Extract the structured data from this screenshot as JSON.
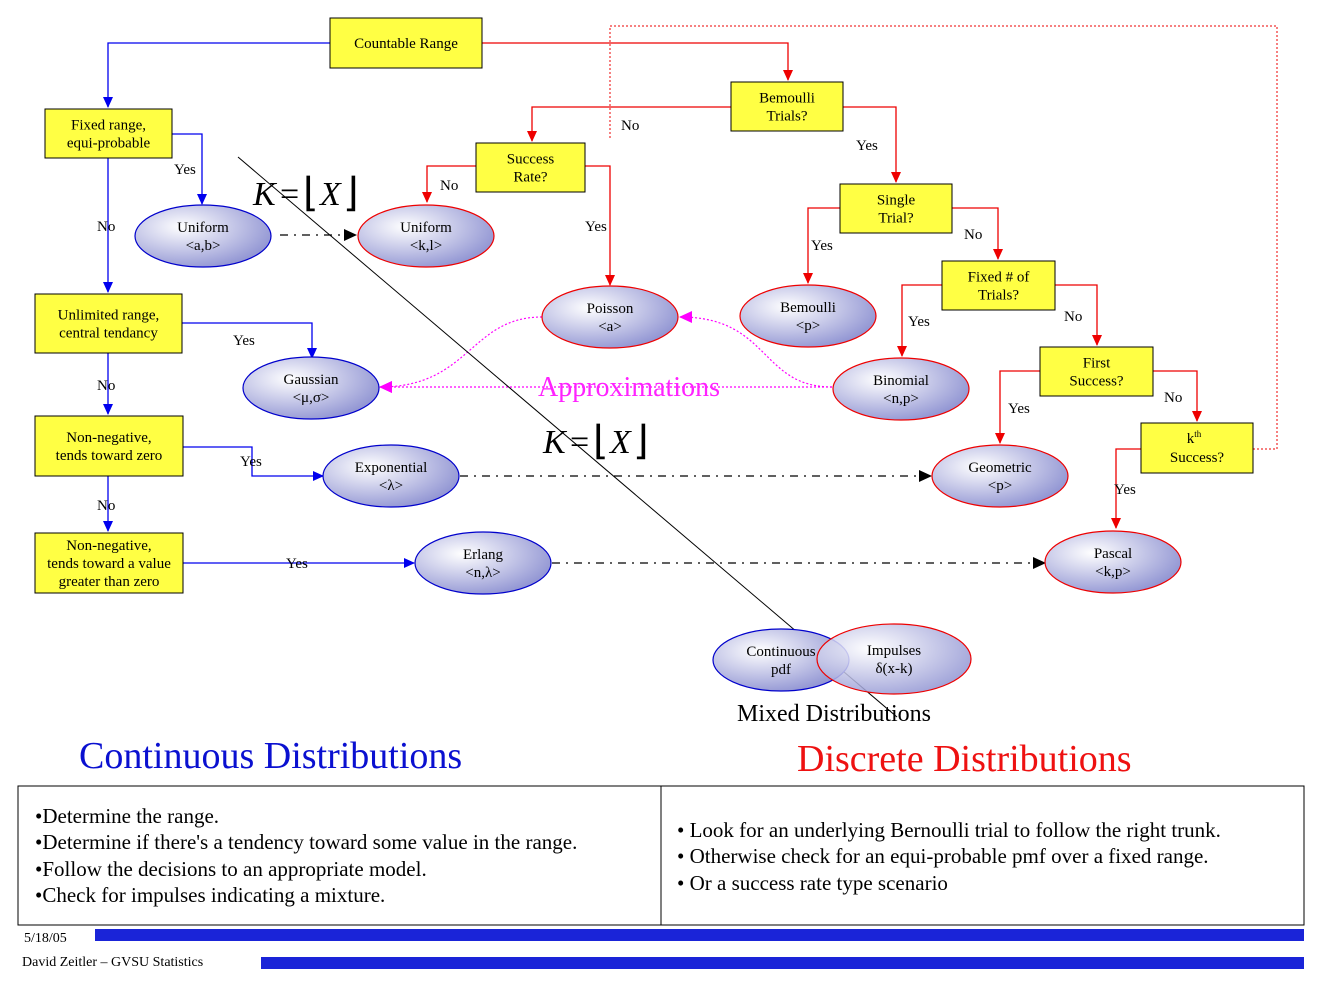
{
  "boxes": {
    "countable_range": [
      "Countable Range"
    ],
    "fixed_range": [
      "Fixed range,",
      "equi-probable"
    ],
    "unlimited_range": [
      "Unlimited range,",
      "central tendancy"
    ],
    "nonneg_zero": [
      "Non-negative,",
      "tends toward zero"
    ],
    "nonneg_value": [
      "Non-negative,",
      "tends toward a value",
      "greater than zero"
    ],
    "bernoulli_trials": [
      "Bemoulli",
      "Trials?"
    ],
    "success_rate": [
      "Success",
      "Rate?"
    ],
    "single_trial": [
      "Single",
      "Trial?"
    ],
    "fixed_trials": [
      "Fixed # of",
      "Trials?"
    ],
    "first_success": [
      "First",
      "Success?"
    ],
    "kth_success": [
      "k",
      "th",
      "Success?"
    ]
  },
  "ellipses": {
    "uniform_cont": [
      "Uniform",
      "<a,b>"
    ],
    "uniform_disc": [
      "Uniform",
      "<k,l>"
    ],
    "gaussian": [
      "Gaussian",
      "<μ,σ>"
    ],
    "exponential": [
      "Exponential",
      "<λ>"
    ],
    "erlang": [
      "Erlang",
      "<n,λ>"
    ],
    "poisson": [
      "Poisson",
      "<a>"
    ],
    "bernoulli_dist": [
      "Bemoulli",
      "<p>"
    ],
    "binomial": [
      "Binomial",
      "<n,p>"
    ],
    "geometric": [
      "Geometric",
      "<p>"
    ],
    "pascal": [
      "Pascal",
      "<k,p>"
    ],
    "continuous_pdf": [
      "Continuous",
      "pdf"
    ],
    "impulses": [
      "Impulses",
      "δ(x-k)"
    ]
  },
  "labels": {
    "yes": "Yes",
    "no": "No"
  },
  "equation": {
    "k": "K",
    "eq": "=",
    "lbr": "⌊",
    "x": "X",
    "rbr": "⌋"
  },
  "approximations": "Approximations",
  "mixed_distributions": "Mixed Distributions",
  "headings": {
    "continuous": "Continuous Distributions",
    "discrete": "Discrete Distributions"
  },
  "notes_left": [
    "•Determine the range.",
    "•Determine if there's a tendency toward some value in the range.",
    "•Follow the decisions to an appropriate model.",
    "•Check for impulses indicating a mixture."
  ],
  "notes_right": [
    "• Look for an underlying Bernoulli trial to follow the right trunk.",
    "• Otherwise check for an equi-probable pmf over a fixed range.",
    "• Or a success rate type scenario"
  ],
  "footer": {
    "date": "5/18/05",
    "author": "David Zeitler – GVSU Statistics"
  },
  "colors": {
    "box_fill": "#ffff44",
    "blue_line": "#0000ee",
    "red_line": "#ee0000",
    "magenta": "#ff00ff",
    "ellipse_from": "#ffffff",
    "ellipse_to": "#8a8ed0",
    "footer_bar": "#1a24d8"
  }
}
